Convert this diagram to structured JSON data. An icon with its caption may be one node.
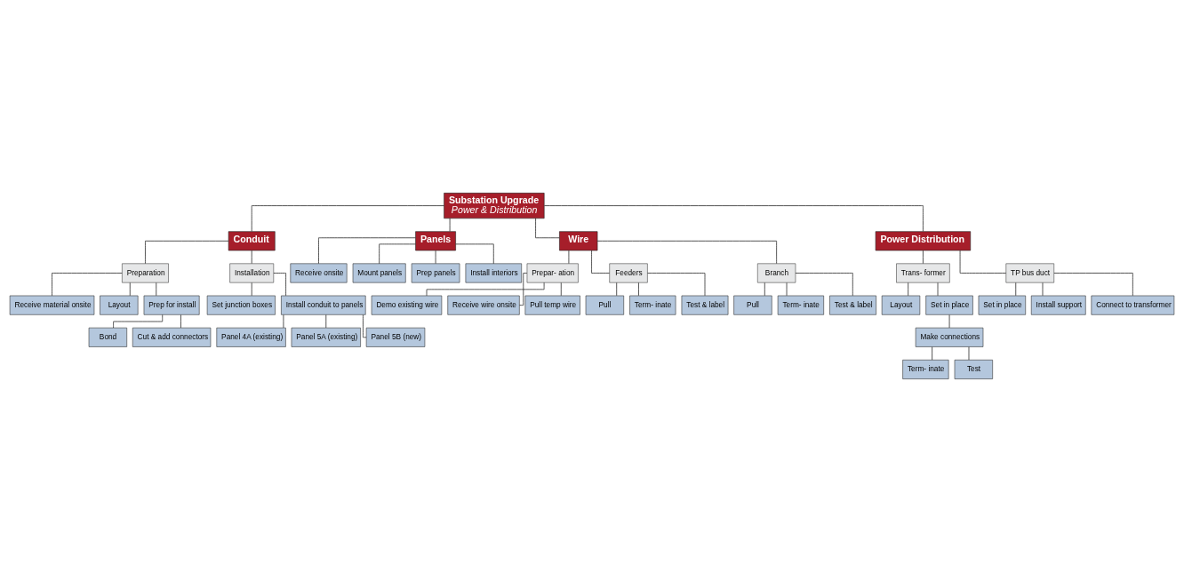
{
  "diagram": {
    "nodes": [
      {
        "text": [
          "Substation Upgrade",
          "Power & Distribution"
        ]
      },
      {
        "text": [
          "Conduit"
        ]
      },
      {
        "text": [
          "Panels"
        ]
      },
      {
        "text": [
          "Wire"
        ]
      },
      {
        "text": [
          "Power Distribution"
        ]
      },
      {
        "text": [
          "Preparation"
        ]
      },
      {
        "text": [
          "Installation"
        ]
      },
      {
        "text": [
          "Receive material onsite"
        ]
      },
      {
        "text": [
          "Layout"
        ]
      },
      {
        "text": [
          "Prep for install"
        ]
      },
      {
        "text": [
          "Bond"
        ]
      },
      {
        "text": [
          "Cut & add connectors"
        ]
      },
      {
        "text": [
          "Set junction boxes"
        ]
      },
      {
        "text": [
          "Install conduit to panels"
        ]
      },
      {
        "text": [
          "Panel 4A (existing)"
        ]
      },
      {
        "text": [
          "Panel 5A (existing)"
        ]
      },
      {
        "text": [
          "Panel 5B (new)"
        ]
      },
      {
        "text": [
          "Receive onsite"
        ]
      },
      {
        "text": [
          "Mount panels"
        ]
      },
      {
        "text": [
          "Prep panels"
        ]
      },
      {
        "text": [
          "Install interiors"
        ]
      },
      {
        "text": [
          "Prepar- ation"
        ]
      },
      {
        "text": [
          "Feeders"
        ]
      },
      {
        "text": [
          "Branch"
        ]
      },
      {
        "text": [
          "Demo existing wire"
        ]
      },
      {
        "text": [
          "Receive wire onsite"
        ]
      },
      {
        "text": [
          "Pull temp wire"
        ]
      },
      {
        "text": [
          "Pull"
        ]
      },
      {
        "text": [
          "Term- inate"
        ]
      },
      {
        "text": [
          "Test & label"
        ]
      },
      {
        "text": [
          "Pull"
        ]
      },
      {
        "text": [
          "Term- inate"
        ]
      },
      {
        "text": [
          "Test & label"
        ]
      },
      {
        "text": [
          "Trans- former"
        ]
      },
      {
        "text": [
          "TP bus duct"
        ]
      },
      {
        "text": [
          "Layout"
        ]
      },
      {
        "text": [
          "Set in place"
        ]
      },
      {
        "text": [
          "Make connections"
        ]
      },
      {
        "text": [
          "Term- inate"
        ]
      },
      {
        "text": [
          "Test"
        ]
      },
      {
        "text": [
          "Set in place"
        ]
      },
      {
        "text": [
          "Install support"
        ]
      },
      {
        "text": [
          "Connect to transformer"
        ]
      }
    ],
    "edges": [
      {
        "from": 0,
        "to": 1,
        "arrow": "none"
      },
      {
        "from": 0,
        "to": 2,
        "arrow": "none"
      },
      {
        "from": 0,
        "to": 3,
        "arrow": "none"
      },
      {
        "from": 0,
        "to": 4,
        "arrow": "none"
      },
      {
        "from": 1,
        "to": 5,
        "arrow": "none"
      },
      {
        "from": 1,
        "to": 6,
        "arrow": "none"
      },
      {
        "from": 5,
        "to": 7,
        "arrow": "none"
      },
      {
        "from": 5,
        "to": 8,
        "arrow": "none"
      },
      {
        "from": 5,
        "to": 9,
        "arrow": "none"
      },
      {
        "from": 9,
        "to": 10,
        "arrow": "none"
      },
      {
        "from": 9,
        "to": 11,
        "arrow": "none"
      },
      {
        "from": 6,
        "to": 12,
        "arrow": "none"
      },
      {
        "from": 6,
        "to": 13,
        "arrow": "none"
      },
      {
        "from": 13,
        "to": 14,
        "arrow": "none"
      },
      {
        "from": 13,
        "to": 15,
        "arrow": "none"
      },
      {
        "from": 13,
        "to": 16,
        "arrow": "none"
      },
      {
        "from": 2,
        "to": 17,
        "arrow": "none"
      },
      {
        "from": 2,
        "to": 18,
        "arrow": "none"
      },
      {
        "from": 2,
        "to": 19,
        "arrow": "none"
      },
      {
        "from": 2,
        "to": 20,
        "arrow": "none"
      },
      {
        "from": 3,
        "to": 21,
        "arrow": "none"
      },
      {
        "from": 3,
        "to": 22,
        "arrow": "none"
      },
      {
        "from": 3,
        "to": 23,
        "arrow": "none"
      },
      {
        "from": 21,
        "to": 24,
        "arrow": "none"
      },
      {
        "from": 21,
        "to": 25,
        "arrow": "none"
      },
      {
        "from": 21,
        "to": 26,
        "arrow": "none"
      },
      {
        "from": 22,
        "to": 27,
        "arrow": "none"
      },
      {
        "from": 22,
        "to": 28,
        "arrow": "none"
      },
      {
        "from": 22,
        "to": 29,
        "arrow": "none"
      },
      {
        "from": 23,
        "to": 30,
        "arrow": "none"
      },
      {
        "from": 23,
        "to": 31,
        "arrow": "none"
      },
      {
        "from": 23,
        "to": 32,
        "arrow": "none"
      },
      {
        "from": 4,
        "to": 33,
        "arrow": "none"
      },
      {
        "from": 4,
        "to": 34,
        "arrow": "none"
      },
      {
        "from": 33,
        "to": 35,
        "arrow": "none"
      },
      {
        "from": 33,
        "to": 36,
        "arrow": "none"
      },
      {
        "from": 36,
        "to": 37,
        "arrow": "none"
      },
      {
        "from": 37,
        "to": 38,
        "arrow": "none"
      },
      {
        "from": 37,
        "to": 39,
        "arrow": "none"
      },
      {
        "from": 34,
        "to": 40,
        "arrow": "none"
      },
      {
        "from": 34,
        "to": 41,
        "arrow": "none"
      },
      {
        "from": 34,
        "to": 42,
        "arrow": "none"
      }
    ]
  }
}
